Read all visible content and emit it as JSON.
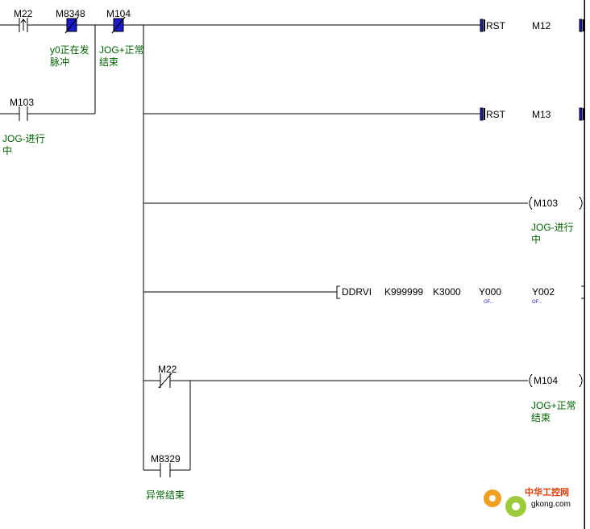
{
  "rung1": {
    "contacts": [
      {
        "device": "M22",
        "type": "rising-edge",
        "comment": []
      },
      {
        "device": "M8348",
        "type": "nc-highlighted",
        "comment": [
          "y0正在发",
          "脉冲"
        ]
      },
      {
        "device": "M104",
        "type": "nc-highlighted",
        "comment": [
          "JOG+正常",
          "结束"
        ]
      }
    ],
    "branch_contact": {
      "device": "M103",
      "type": "no",
      "comment": [
        "JOG-进行",
        "中"
      ]
    }
  },
  "outputs": [
    {
      "instruction": "RST",
      "operand": "M12"
    },
    {
      "instruction": "RST",
      "operand": "M13"
    },
    {
      "coil": "M103",
      "comment": [
        "JOG-进行",
        "中"
      ]
    }
  ],
  "ddrvi": {
    "instruction": "DDRVI",
    "operands": [
      "K999999",
      "K3000",
      "Y000",
      "Y002"
    ],
    "subscripts": [
      "OF...",
      "OF..."
    ]
  },
  "rung2": {
    "contact": {
      "device": "M22",
      "type": "nc",
      "comment": []
    },
    "parallel": {
      "device": "M8329",
      "type": "no",
      "comment": [
        "异常结束"
      ]
    },
    "coil": {
      "device": "M104",
      "comment": [
        "JOG+正常",
        "结束"
      ]
    }
  },
  "watermark": {
    "cn": "中华工控网",
    "url": "gkong.com"
  }
}
